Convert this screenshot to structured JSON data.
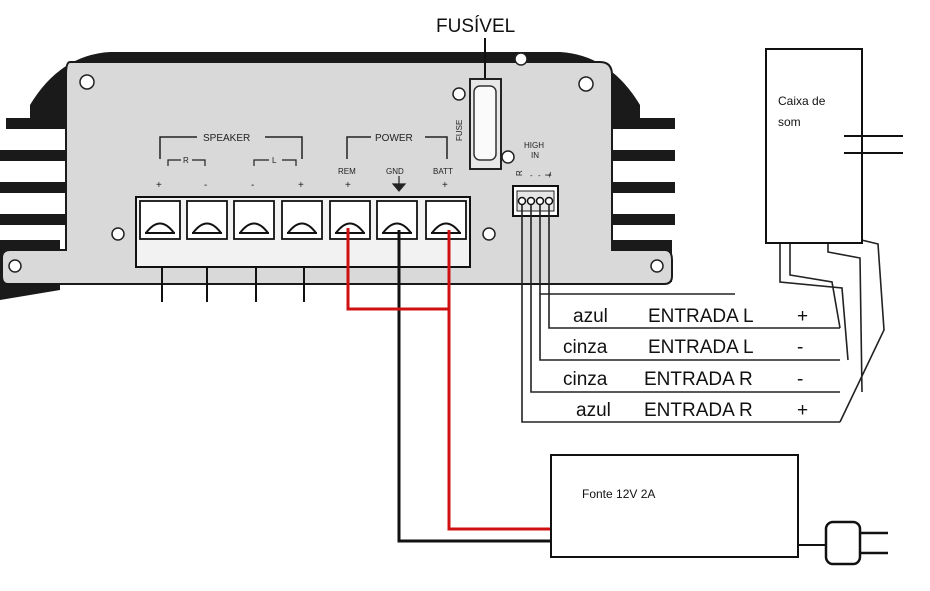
{
  "fuse_title": "FUSÍVEL",
  "amp": {
    "fuse_label": "FUSE",
    "speaker_label": "SPEAKER",
    "speaker_r": "R",
    "speaker_l": "L",
    "power_label": "POWER",
    "rem_label": "REM",
    "gnd_label": "GND",
    "batt_label": "BATT",
    "high_in_line1": "HIGH",
    "high_in_line2": "IN",
    "high_in_r": "R",
    "high_in_l": "L",
    "plus": "+",
    "minus": "-"
  },
  "speaker_box": {
    "line1": "Caixa de",
    "line2": "som"
  },
  "power_supply": {
    "label": "Fonte 12V 2A"
  },
  "wires": [
    {
      "color": "azul",
      "entrada": "ENTRADA L",
      "sign": "+"
    },
    {
      "color": "cinza",
      "entrada": "ENTRADA L",
      "sign": "-"
    },
    {
      "color": "cinza",
      "entrada": "ENTRADA R",
      "sign": "-"
    },
    {
      "color": "azul",
      "entrada": "ENTRADA R",
      "sign": "+"
    }
  ],
  "colors": {
    "power_wire": "#d01010",
    "wire": "#111111",
    "amp_body": "#d9d9d9",
    "fin": "#1a1a1a"
  }
}
